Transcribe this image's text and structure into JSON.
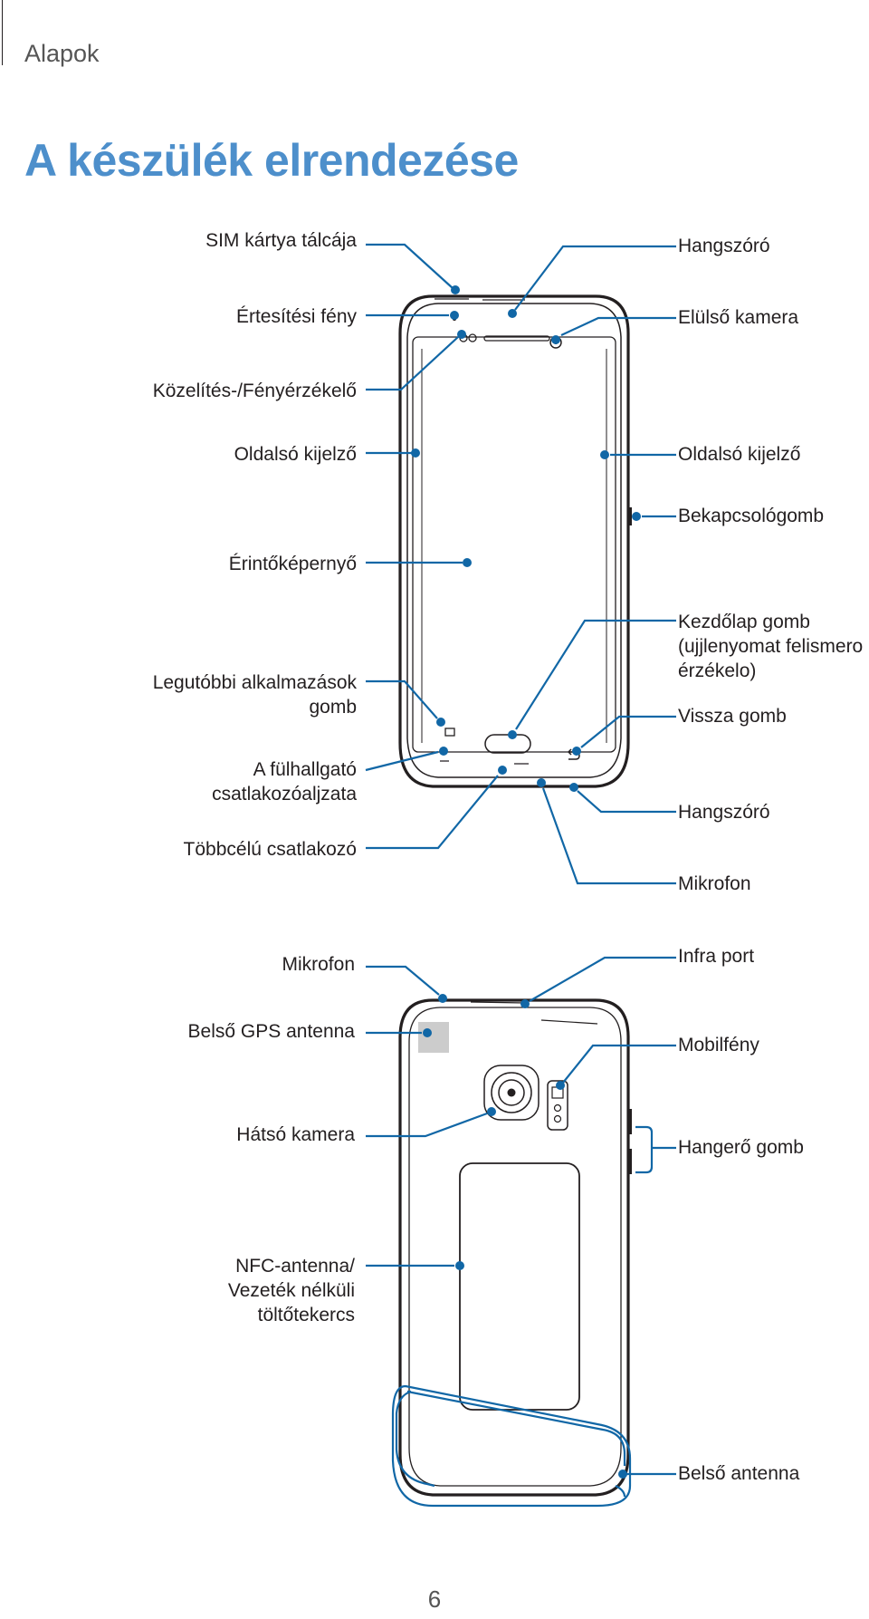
{
  "header": {
    "section": "Alapok"
  },
  "title": "A készülék elrendezése",
  "front_labels": {
    "sim_tray": "SIM kártya tálcája",
    "notification_light": "Értesítési fény",
    "proximity_sensor": "Közelítés-/Fényérzékelő",
    "side_display_left": "Oldalsó kijelző",
    "touchscreen": "Érintőképernyő",
    "recents_line1": "Legutóbbi alkalmazások",
    "recents_line2": "gomb",
    "headset_line1": "A fülhallgató",
    "headset_line2": "csatlakozóaljzata",
    "multipurpose_jack": "Többcélú csatlakozó",
    "speaker_top": "Hangszóró",
    "front_camera": "Elülső kamera",
    "side_display_right": "Oldalsó kijelző",
    "power_key": "Bekapcsológomb",
    "home_line1": "Kezdőlap gomb",
    "home_line2": "(ujjlenyomat felismero",
    "home_line3": "érzékelo)",
    "back_key": "Vissza gomb",
    "speaker_bottom": "Hangszóró",
    "microphone_bottom": "Mikrofon"
  },
  "back_labels": {
    "microphone_top": "Mikrofon",
    "gps_antenna": "Belső GPS antenna",
    "rear_camera": "Hátsó kamera",
    "nfc_line1": "NFC-antenna/",
    "nfc_line2": "Vezeték nélküli",
    "nfc_line3": "töltőtekercs",
    "ir_port": "Infra port",
    "flash": "Mobilfény",
    "volume_key": "Hangerő gomb",
    "main_antenna": "Belső antenna"
  },
  "page_number": "6",
  "colors": {
    "title": "#4d8fcb",
    "leader": "#1167a6"
  }
}
